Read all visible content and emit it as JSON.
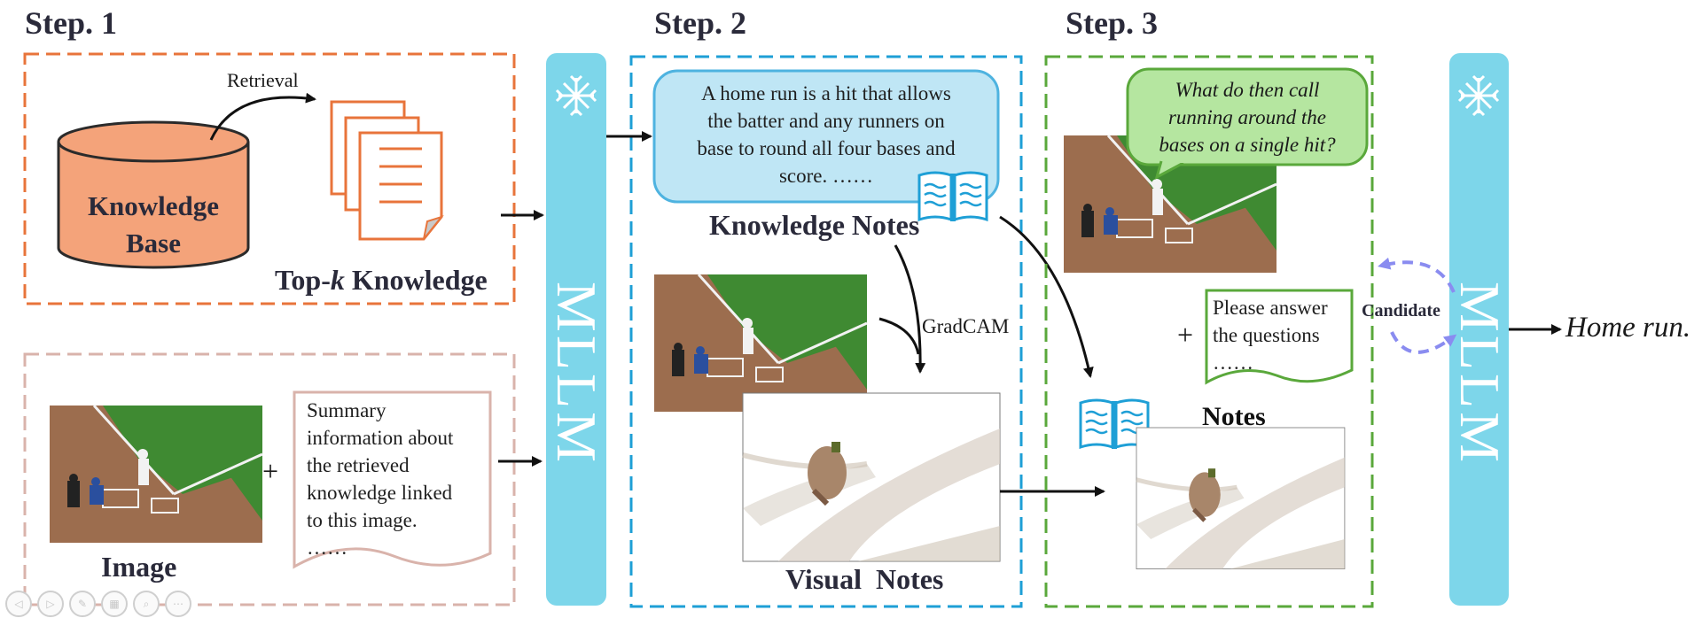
{
  "steps": {
    "step1": "Step. 1",
    "step2": "Step. 2",
    "step3": "Step. 3"
  },
  "step1": {
    "retrieval_label": "Retrieval",
    "knowledge_base": [
      "Knowledge",
      "Base"
    ],
    "topk_prefix": "Top-",
    "topk_k": "k",
    "topk_suffix": " Knowledge",
    "image_label": "Image",
    "plus": "+",
    "summary_text": [
      "Summary",
      "information about",
      "the retrieved",
      "knowledge linked",
      "to this image.",
      "……"
    ]
  },
  "mllm": {
    "label": "MLLM",
    "frozen_icon": "snowflake-icon"
  },
  "step2": {
    "knowledge_note_text": [
      "A home run is a hit that allows",
      "the batter and any runners on",
      "base to round all four bases and",
      "score. ……"
    ],
    "knowledge_notes_label": "Knowledge Notes",
    "gradcam_label": "GradCAM",
    "visual_notes_label": "Visual  Notes"
  },
  "step3": {
    "question_text": [
      "What do then call",
      "running around the",
      "bases on a single hit?"
    ],
    "plus": "+",
    "prompt_text": [
      "Please answer",
      "the questions",
      "……"
    ],
    "notes_label": "Notes",
    "candidate_label": "Candidate"
  },
  "output": {
    "answer": "Home run."
  },
  "colors": {
    "step1_border": "#e8743b",
    "step1_lower_border": "#d9b3ab",
    "step2_border": "#1e9fd6",
    "step3_border": "#5aa83b",
    "mllm_fill": "#7dd6ea",
    "kb_fill": "#f4a37a",
    "doc_stroke": "#e8743b",
    "note_fill": "#bfe6f5",
    "question_fill": "#b5e6a0",
    "book_stroke": "#1e9fd6",
    "candidate_arrow": "#8a8cf0"
  },
  "slide_controls": [
    "prev-icon",
    "next-icon",
    "pen-icon",
    "slides-icon",
    "zoom-icon",
    "more-icon"
  ]
}
